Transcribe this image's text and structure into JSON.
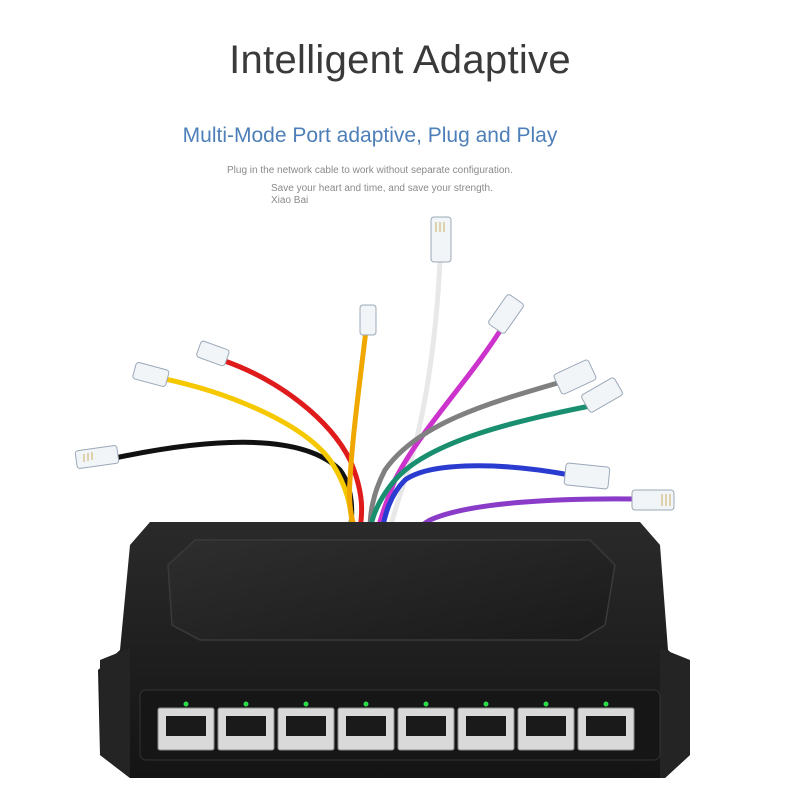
{
  "header": {
    "title": "Intelligent Adaptive",
    "subtitle": "Multi-Mode Port adaptive, Plug and Play",
    "description_line1": "Plug in the network cable to work without separate configuration.",
    "description_line2": "Save your heart and time, and save your strength.",
    "description_line3": "Xiao Bai"
  },
  "product": {
    "port_count": 8,
    "body_color": "#1c1c1c",
    "led_color": "#2bdc4a",
    "cable_colors": [
      "#111111",
      "#f5c800",
      "#e01b1b",
      "#f0a800",
      "#e8e8e8",
      "#cc33cc",
      "#808080",
      "#1a8f6f",
      "#2a3bd0",
      "#8a3cc8"
    ]
  }
}
